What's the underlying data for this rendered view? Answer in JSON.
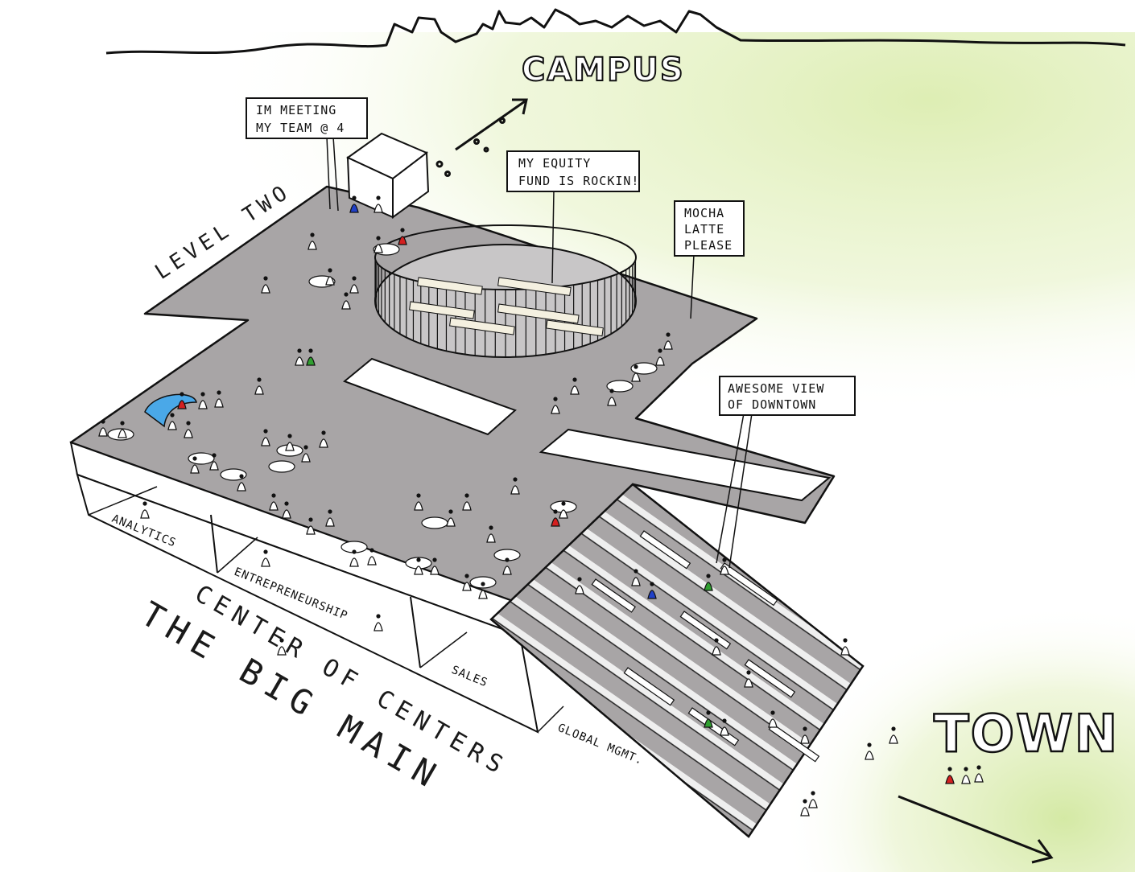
{
  "labels": {
    "campus": "CAMPUS",
    "town": "TOWN",
    "level_two": "LEVEL TWO",
    "center_of_centers": "CENTER OF CENTERS",
    "big_main": "THE BIG MAIN"
  },
  "bubbles": [
    {
      "id": "meeting",
      "lines": [
        "IM MEETING",
        "MY TEAM @ 4"
      ]
    },
    {
      "id": "equity",
      "lines": [
        "MY EQUITY",
        "FUND IS ROCKIN!"
      ]
    },
    {
      "id": "mocha",
      "lines": [
        "MOCHA",
        "LATTE",
        "PLEASE"
      ]
    },
    {
      "id": "view",
      "lines": [
        "AWESOME VIEW",
        "OF DOWNTOWN"
      ]
    }
  ],
  "zones": [
    "ANALYTICS",
    "ENTREPRENEURSHIP",
    "SALES",
    "GLOBAL MGMT."
  ],
  "colors": {
    "floor": "#a8a5a6",
    "ink": "#1a1a1a",
    "green_wash": "#dcedb0",
    "accent_red": "#d42020",
    "accent_blue": "#2040c8",
    "accent_green": "#30a030",
    "accent_yellow": "#e8c020",
    "lounge_blue": "#4aa8e8"
  }
}
